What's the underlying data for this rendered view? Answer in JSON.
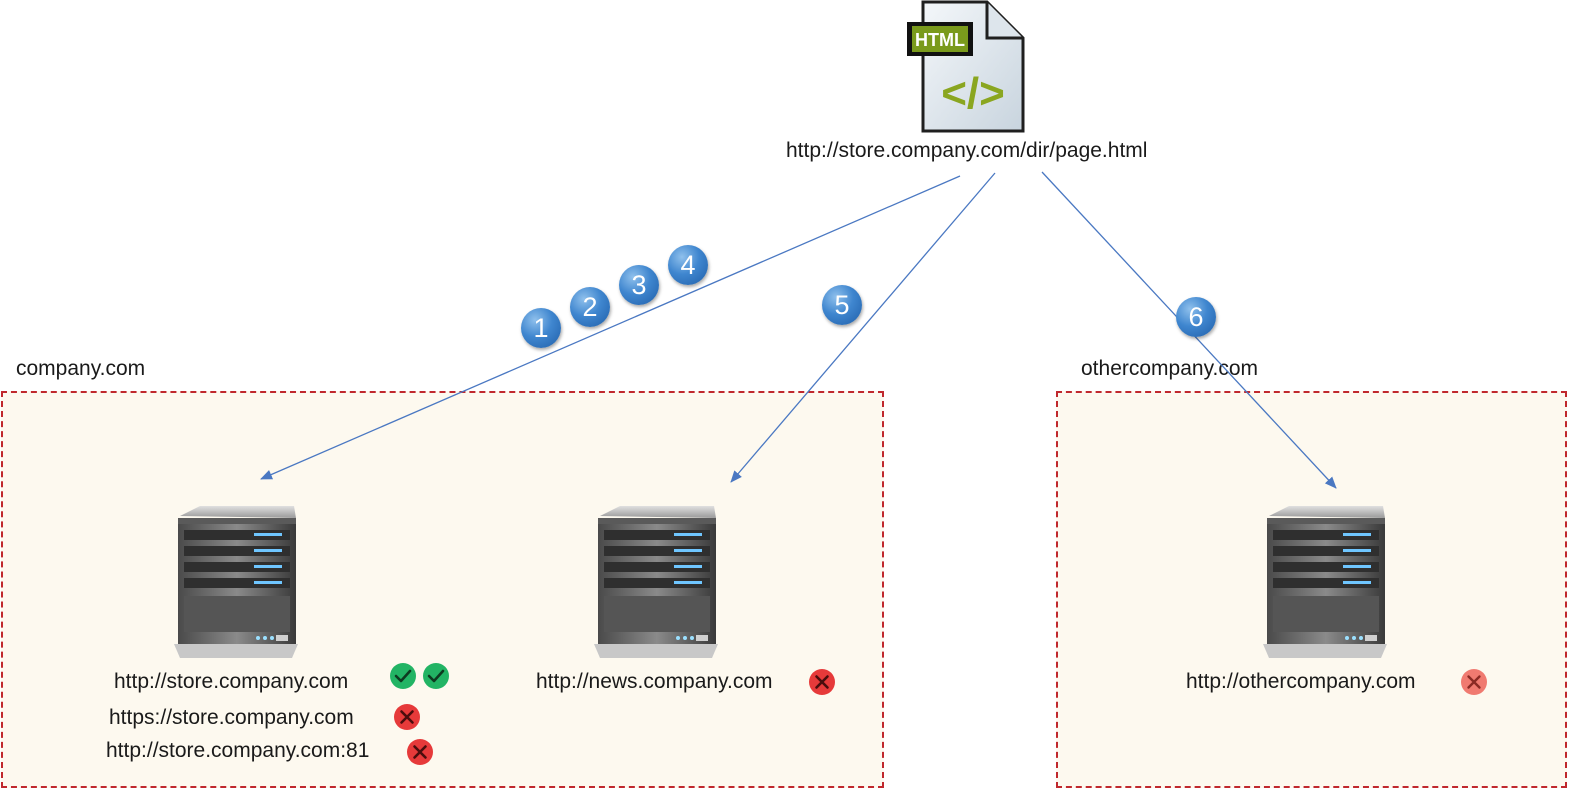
{
  "source_page": {
    "url": "http://store.company.com/dir/page.html",
    "file_badge": "HTML",
    "icon": "html-file-icon"
  },
  "zones": [
    {
      "name": "company.com",
      "border_color": "#c0282d"
    },
    {
      "name": "othercompany.com",
      "border_color": "#c0282d"
    }
  ],
  "steps": [
    "1",
    "2",
    "3",
    "4",
    "5",
    "6"
  ],
  "servers": [
    {
      "id": "store",
      "origins": [
        {
          "url": "http://store.company.com",
          "status": [
            "allowed",
            "allowed"
          ]
        },
        {
          "url": "https://store.company.com",
          "status": [
            "blocked"
          ]
        },
        {
          "url": "http://store.company.com:81",
          "status": [
            "blocked"
          ]
        }
      ]
    },
    {
      "id": "news",
      "origins": [
        {
          "url": "http://news.company.com",
          "status": [
            "blocked"
          ]
        }
      ]
    },
    {
      "id": "other",
      "origins": [
        {
          "url": "http://othercompany.com",
          "status": [
            "blocked"
          ]
        }
      ]
    }
  ],
  "colors": {
    "allowed": "#22b464",
    "blocked": "#e63a3a",
    "blocked_faded": "#f07a70",
    "arrow": "#4a78c2",
    "step_badge": "#3f86cf",
    "zone_fill": "#fdf9ef"
  }
}
